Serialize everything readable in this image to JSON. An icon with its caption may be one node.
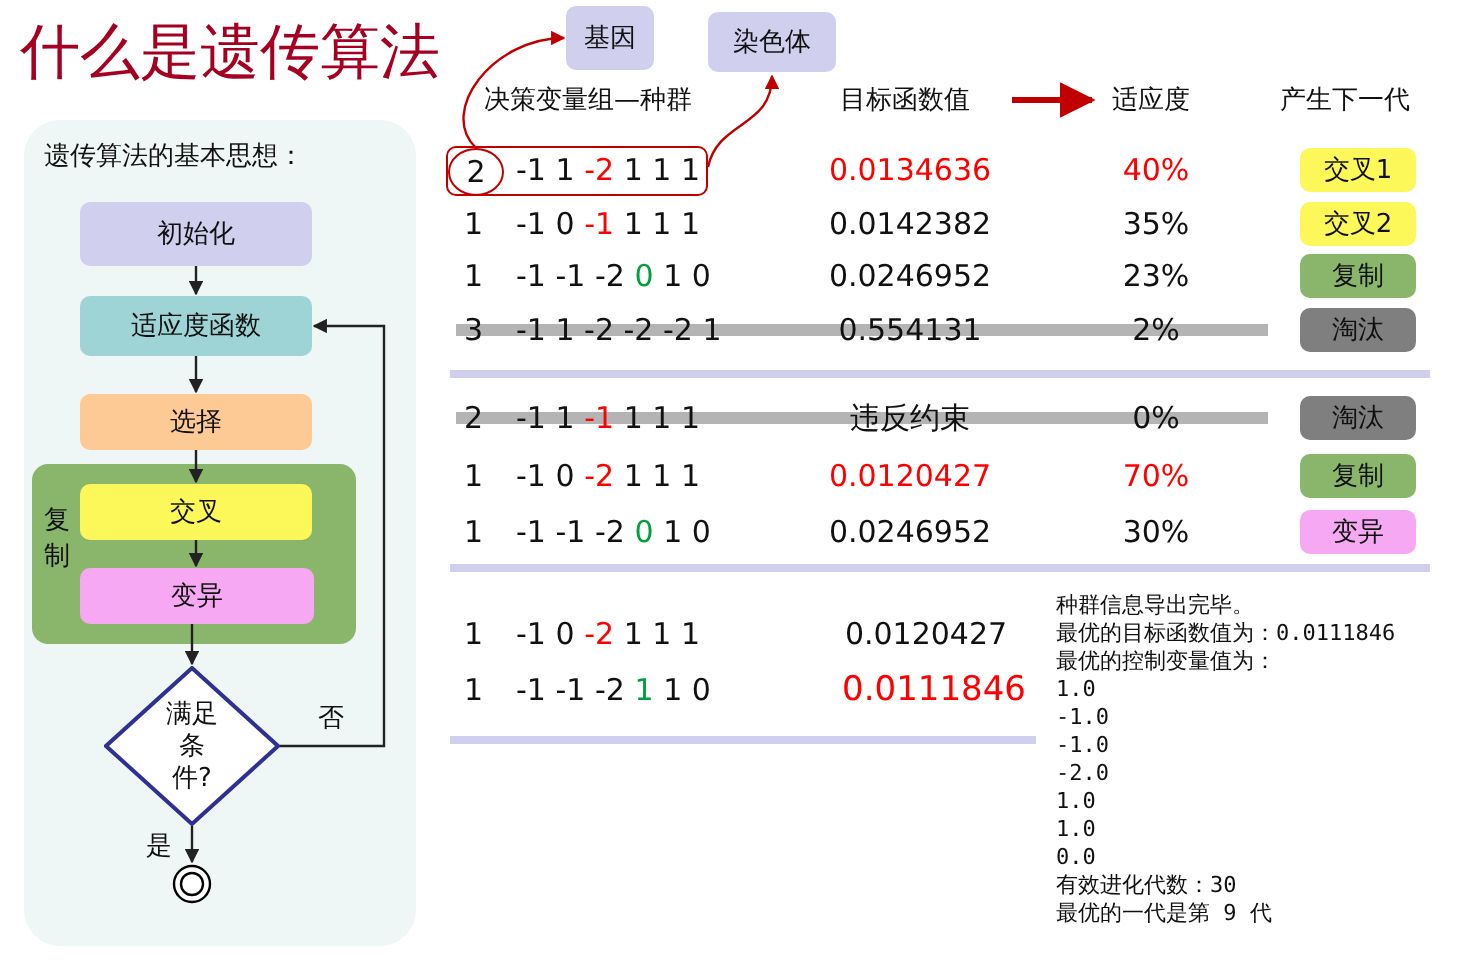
{
  "diagram": {
    "title": "什么是遗传算法",
    "nodes": [
      {
        "text": [
          "遗传算法的基本思想："
        ]
      },
      {
        "text": [
          "初始化"
        ],
        "in": 0
      },
      {
        "text": [
          "适应度函数"
        ],
        "in": 0
      },
      {
        "text": [
          "选择"
        ],
        "in": 0
      },
      {
        "text": [
          "复制"
        ],
        "in": 0
      },
      {
        "text": [
          "交叉"
        ],
        "in": 4
      },
      {
        "text": [
          "变异"
        ],
        "in": 4
      },
      {
        "text": [
          "满足条件?"
        ],
        "in": 0
      },
      {
        "text": [],
        "shape": "circle",
        "in": 0
      },
      {
        "text": [
          "基因"
        ]
      },
      {
        "text": [
          "染色体"
        ]
      },
      {
        "text": [
          "-1 1 -2 1 1 1"
        ]
      },
      {
        "text": [
          "2"
        ],
        "in": 11
      },
      {
        "text": [
          "目标函数值"
        ]
      },
      {
        "text": [
          "适应度"
        ]
      },
      {
        "text": [
          "交叉1"
        ]
      },
      {
        "text": [
          "交叉2"
        ]
      },
      {
        "text": [
          "复制"
        ]
      },
      {
        "text": [
          "淘汰"
        ]
      },
      {
        "text": [
          "淘汰"
        ]
      },
      {
        "text": [
          "复制"
        ]
      },
      {
        "text": [
          "变异"
        ]
      }
    ],
    "edges": [
      {
        "from": 1,
        "to": 2,
        "arrow": "to"
      },
      {
        "from": 2,
        "to": 3,
        "arrow": "to"
      },
      {
        "from": 3,
        "to": 5,
        "arrow": "to"
      },
      {
        "from": 5,
        "to": 6,
        "arrow": "to"
      },
      {
        "from": 6,
        "to": 7,
        "arrow": "to"
      },
      {
        "from": 7,
        "to": 8,
        "arrow": "to",
        "label": "是"
      },
      {
        "from": 7,
        "to": 2,
        "arrow": "to",
        "label": "否"
      },
      {
        "from": 12,
        "to": 9,
        "arrow": "to",
        "color": "#c00000"
      },
      {
        "from": 11,
        "to": 10,
        "arrow": "to",
        "color": "#c00000"
      },
      {
        "from": 13,
        "to": 14,
        "arrow": "to",
        "style": "thick",
        "color": "#c00000"
      }
    ],
    "labels": [
      "决策变量组—种群",
      "产生下一代",
      "0.0134636",
      "40%",
      "1",
      "-1 0 -1 1 1 1",
      "0.0142382",
      "35%",
      "1",
      "-1 -1 -2 0 1 0",
      "0.0246952",
      "23%",
      "3",
      "-1 1 -2 -2 -2 1",
      "0.554131",
      "2%",
      "2",
      "-1 1 -1 1 1 1",
      "违反约束",
      "0%",
      "1",
      "-1 0 -2 1 1 1",
      "0.0120427",
      "70%",
      "1",
      "-1 -1 -2 0 1 0",
      "0.0246952",
      "30%",
      "1",
      "-1 0 -2 1 1 1",
      "0.0120427",
      "1",
      "-1 -1 -2 1 1 0",
      "0.0111846",
      "种群信息导出完毕。",
      "最优的目标函数值为：0.0111846",
      "最优的控制变量值为：",
      "1.0",
      "-1.0",
      "-1.0",
      "-2.0",
      "1.0",
      "1.0",
      "0.0",
      "有效进化代数：30",
      "最优的一代是第 9 代"
    ]
  }
}
